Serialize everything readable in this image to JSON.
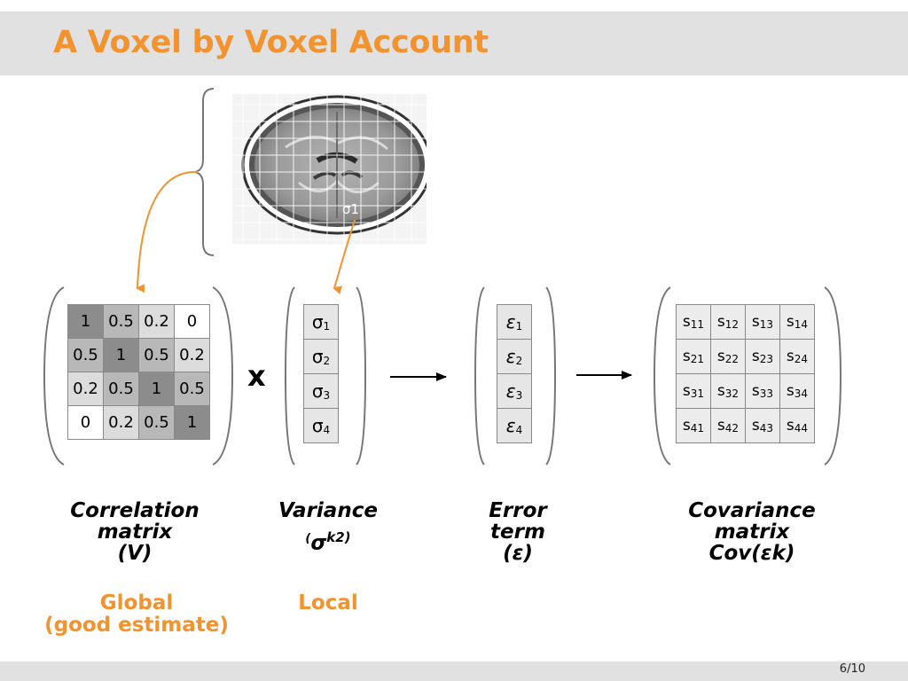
{
  "slide": {
    "title": "A Voxel by Voxel Account",
    "page_number": "6/10",
    "voxel_label": "σ1"
  },
  "colors": {
    "accent": "#f29330",
    "header_bg": "#e1e1e1"
  },
  "correlation": {
    "rows": [
      [
        "1",
        "0.5",
        "0.2",
        "0"
      ],
      [
        "0.5",
        "1",
        "0.5",
        "0.2"
      ],
      [
        "0.2",
        "0.5",
        "1",
        "0.5"
      ],
      [
        "0",
        "0.2",
        "0.5",
        "1"
      ]
    ],
    "label": [
      "Correlation",
      "matrix",
      "(V)"
    ],
    "note": [
      "Global",
      "(good estimate)"
    ]
  },
  "operator": "x",
  "variance": {
    "symbol": "σ",
    "subs": [
      "1",
      "2",
      "3",
      "4"
    ],
    "label_line1": "Variance",
    "label_open": "(",
    "label_sigma": "σ",
    "label_k": "k",
    "label_exp": "2",
    "label_close": ")",
    "note": "Local"
  },
  "error": {
    "symbol": "ε",
    "subs": [
      "1",
      "2",
      "3",
      "4"
    ],
    "label": [
      "Error",
      "term",
      "(ε)"
    ]
  },
  "covariance": {
    "symbol": "s",
    "subs": [
      [
        "11",
        "12",
        "13",
        "14"
      ],
      [
        "21",
        "22",
        "23",
        "24"
      ],
      [
        "31",
        "32",
        "33",
        "34"
      ],
      [
        "41",
        "42",
        "43",
        "44"
      ]
    ],
    "label": [
      "Covariance",
      "matrix",
      "Cov(εk)"
    ]
  }
}
